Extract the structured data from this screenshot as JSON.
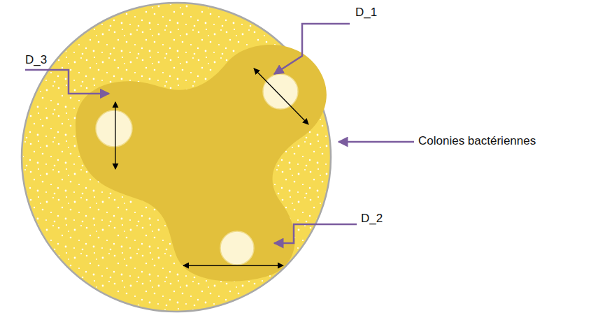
{
  "diagram": {
    "labels": [
      "D_1",
      "D_3",
      "Colonies bactériennes",
      "D_2"
    ]
  }
}
